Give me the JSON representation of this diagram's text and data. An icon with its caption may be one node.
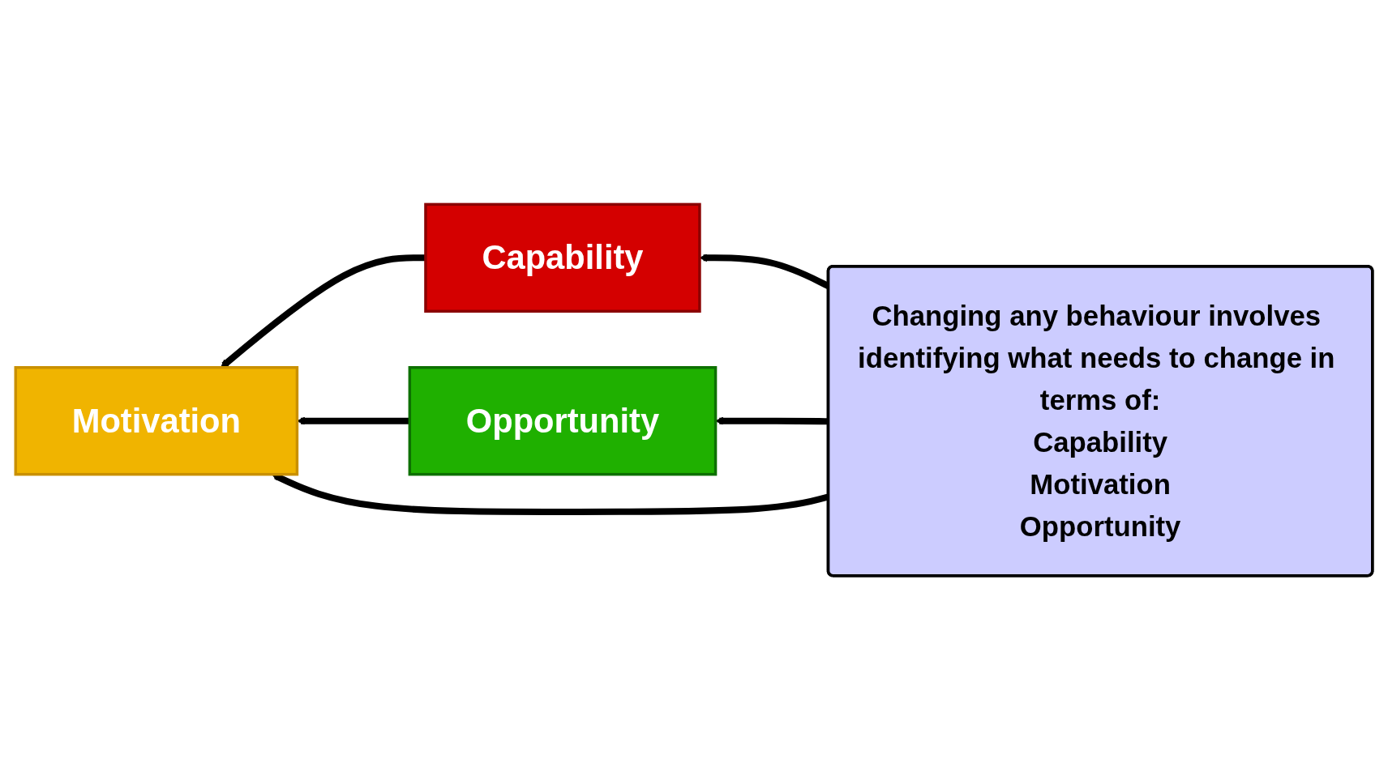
{
  "diagram": {
    "nodes": [
      {
        "text": [
          "Capability"
        ]
      },
      {
        "text": [
          "Motivation"
        ]
      },
      {
        "text": [
          "Opportunity"
        ]
      },
      {
        "text": [
          "Changing any behaviour involves identifying what needs to change in terms of:",
          "Capability",
          "Motivation",
          "Opportunity"
        ]
      }
    ],
    "edges": [
      {
        "from": 0,
        "to": 1,
        "arrow": "to"
      },
      {
        "from": 2,
        "to": 1,
        "arrow": "to"
      },
      {
        "from": 3,
        "to": 0,
        "arrow": "to"
      },
      {
        "from": 3,
        "to": 1,
        "arrow": "to"
      },
      {
        "from": 3,
        "to": 2,
        "arrow": "to"
      }
    ]
  }
}
